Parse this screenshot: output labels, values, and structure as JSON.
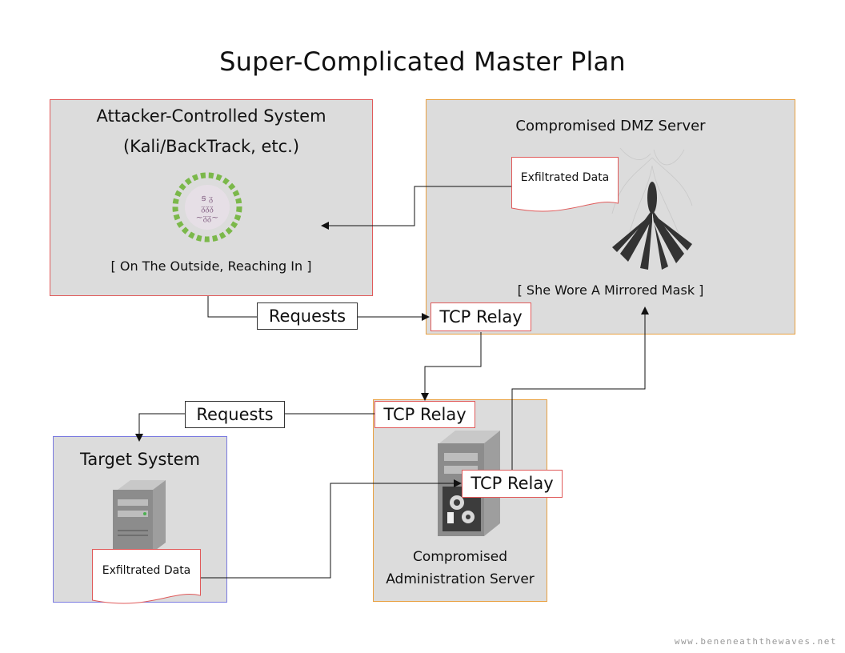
{
  "title": "Super-Complicated Master Plan",
  "attacker": {
    "title_line1": "Attacker-Controlled System",
    "title_line2": "(Kali/BackTrack, etc.)",
    "caption": "[ On The Outside, Reaching In ]"
  },
  "dmz": {
    "title": "Compromised DMZ Server",
    "caption": "[ She Wore A Mirrored Mask ]",
    "doc_label": "Exfiltrated Data",
    "relay_label": "TCP Relay"
  },
  "admin": {
    "title_line1": "Compromised",
    "title_line2": "Administration Server",
    "relay_in_label": "TCP Relay",
    "relay_out_label": "TCP Relay"
  },
  "target": {
    "title": "Target System",
    "doc_label": "Exfiltrated Data"
  },
  "links": {
    "requests_1": "Requests",
    "requests_2": "Requests"
  },
  "footer": "www.beneneaththewaves.net",
  "colors": {
    "box_fill": "#dcdcdc",
    "attacker_border": "#e05a5a",
    "server_border": "#e8a040",
    "target_border": "#7a7ae0"
  }
}
